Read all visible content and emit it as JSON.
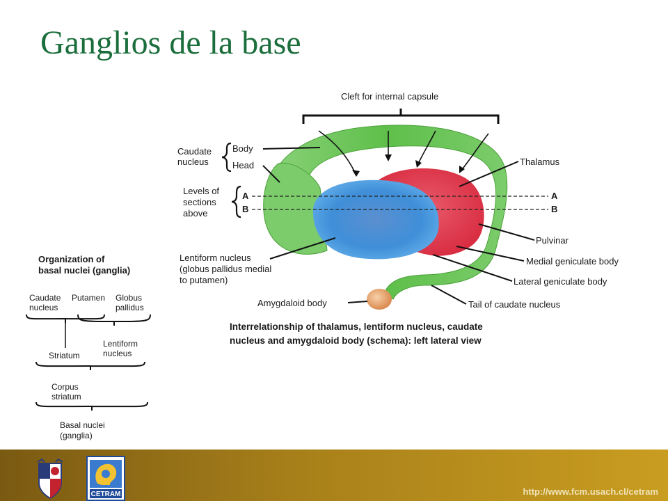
{
  "slide": {
    "title": "Ganglios de la base",
    "url": "http://www.fcm.usach.cl/cetram"
  },
  "colors": {
    "title": "#1b6e3c",
    "caudate": "#5fbf4a",
    "lentiform": "#3f8fd8",
    "thalamus": "#e23a4d",
    "amygdala": "#e9a86c",
    "footer": "#a8801a"
  },
  "diagram": {
    "cleft_label": "Cleft for internal capsule",
    "caudate_label_1": "Caudate",
    "caudate_label_2": "nucleus",
    "body_label": "Body",
    "head_label": "Head",
    "levels_label_1": "Levels of",
    "levels_label_2": "sections",
    "levels_label_3": "above",
    "level_a": "A",
    "level_b": "B",
    "thalamus_label": "Thalamus",
    "pulvinar_label": "Pulvinar",
    "medial_geniculate_label": "Medial geniculate body",
    "lateral_geniculate_label": "Lateral geniculate body",
    "tail_label": "Tail of caudate nucleus",
    "amygdaloid_label": "Amygdaloid body",
    "lentiform_label_1": "Lentiform nucleus",
    "lentiform_label_2": "(globus pallidus medial",
    "lentiform_label_3": "to putamen)",
    "caption_1": "Interrelationship of thalamus, lentiform nucleus, caudate",
    "caption_2": "nucleus and amygdaloid body (schema): left lateral view"
  },
  "organization": {
    "title_1": "Organization of",
    "title_2": "basal nuclei (ganglia)",
    "caudate_1": "Caudate",
    "caudate_2": "nucleus",
    "putamen": "Putamen",
    "globus_1": "Globus",
    "globus_2": "pallidus",
    "lentiform_1": "Lentiform",
    "lentiform_2": "nucleus",
    "striatum": "Striatum",
    "corpus_1": "Corpus",
    "corpus_2": "striatum",
    "basal_1": "Basal nuclei",
    "basal_2": "(ganglia)"
  },
  "logos": {
    "left": "university-crest-icon",
    "right": "cetram-logo-icon",
    "right_text": "CETRAM"
  }
}
